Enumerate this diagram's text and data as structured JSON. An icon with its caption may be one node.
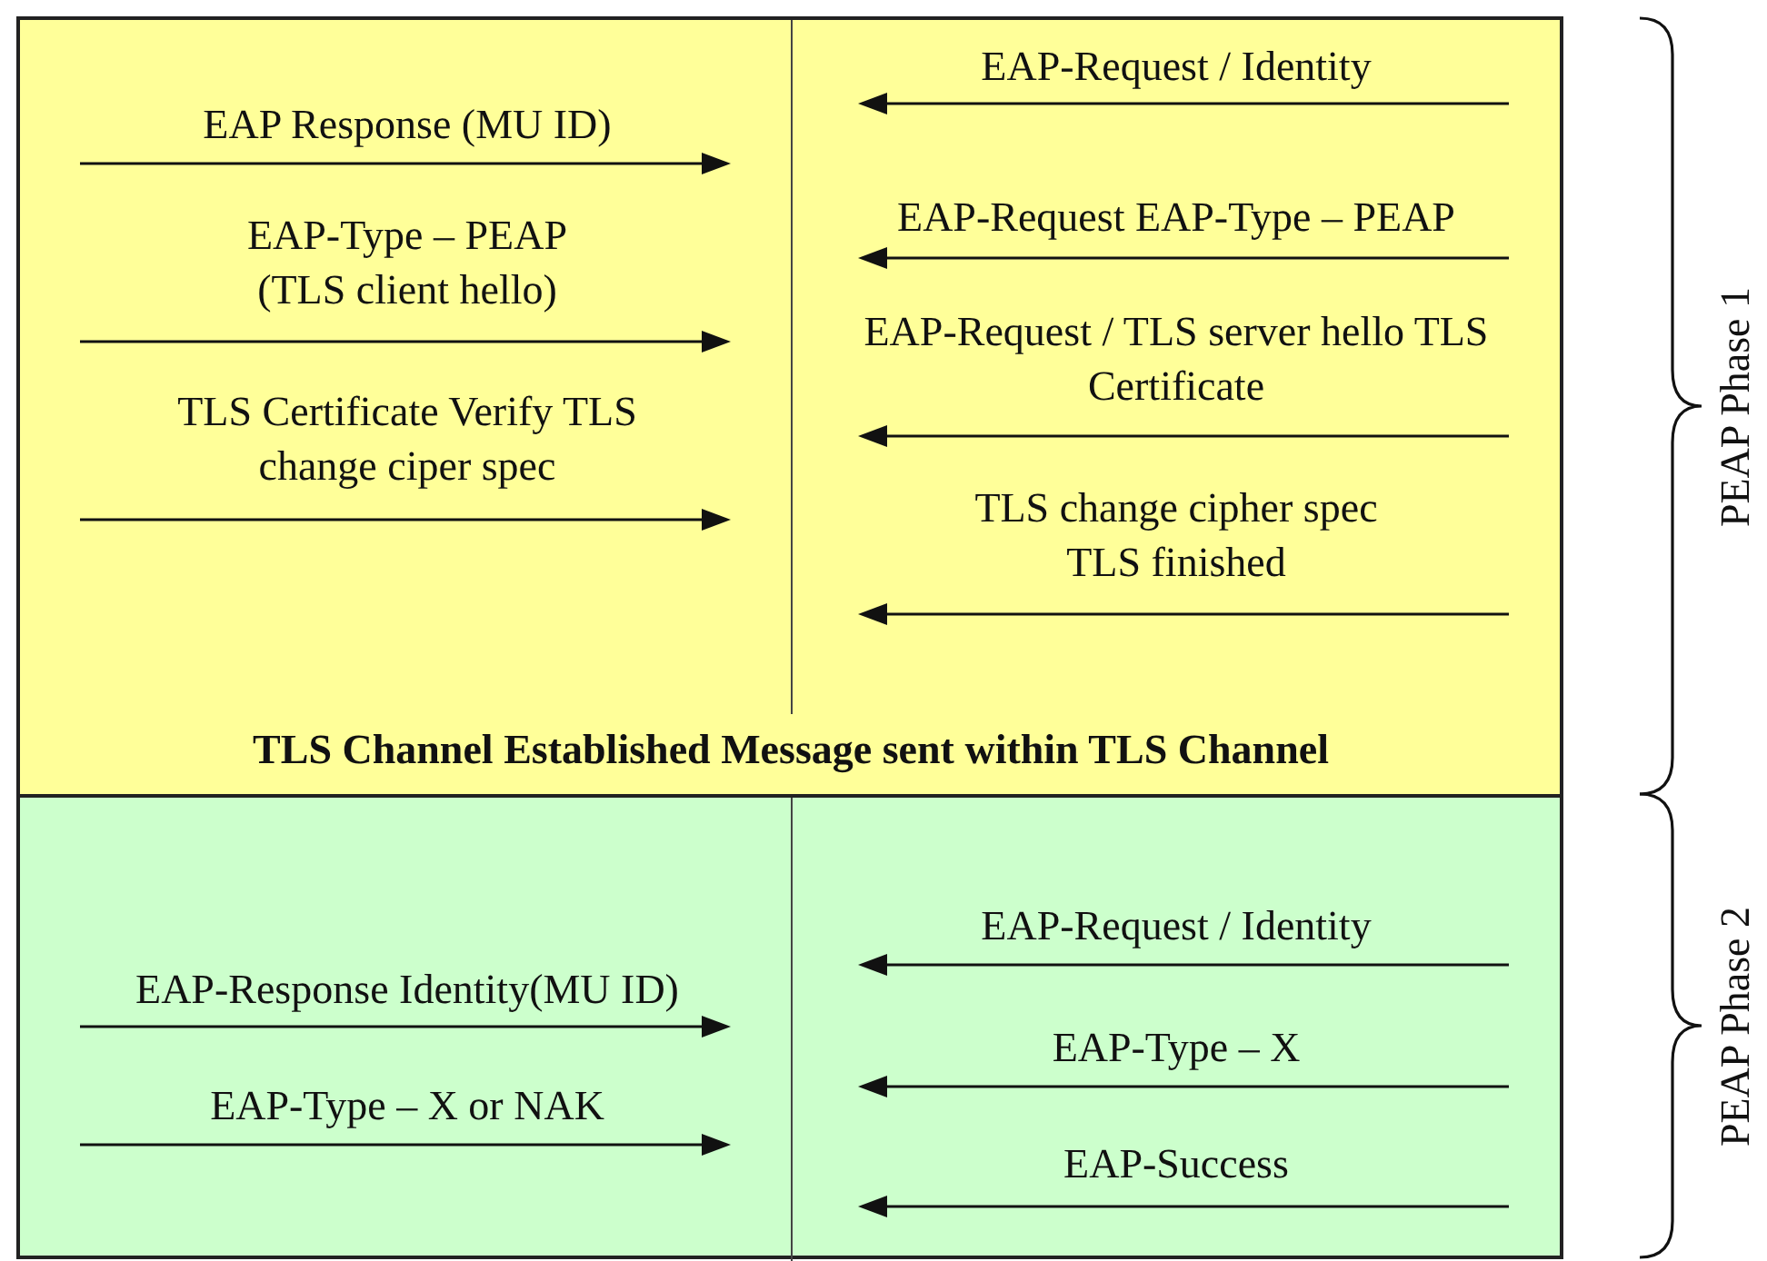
{
  "diagram": {
    "nodes": [
      {
        "text": [
          "EAP Response (MU ID)",
          "EAP-Type – PEAP (TLS client hello)",
          "TLS Certificate Verify TLS change ciper spec",
          "EAP-Request / Identity",
          "EAP-Request EAP-Type – PEAP",
          "EAP-Request / TLS server hello TLS Certificate",
          "TLS change cipher spec TLS finished",
          "TLS Channel Established Message sent within TLS Channel"
        ],
        "beside": [
          "PEAP Phase 1"
        ]
      },
      {
        "text": [
          "EAP-Response Identity(MU ID)",
          "EAP-Type – X or NAK",
          "EAP-Request / Identity",
          "EAP-Type – X",
          "EAP-Success"
        ],
        "beside": [
          "PEAP Phase 2"
        ]
      }
    ]
  }
}
